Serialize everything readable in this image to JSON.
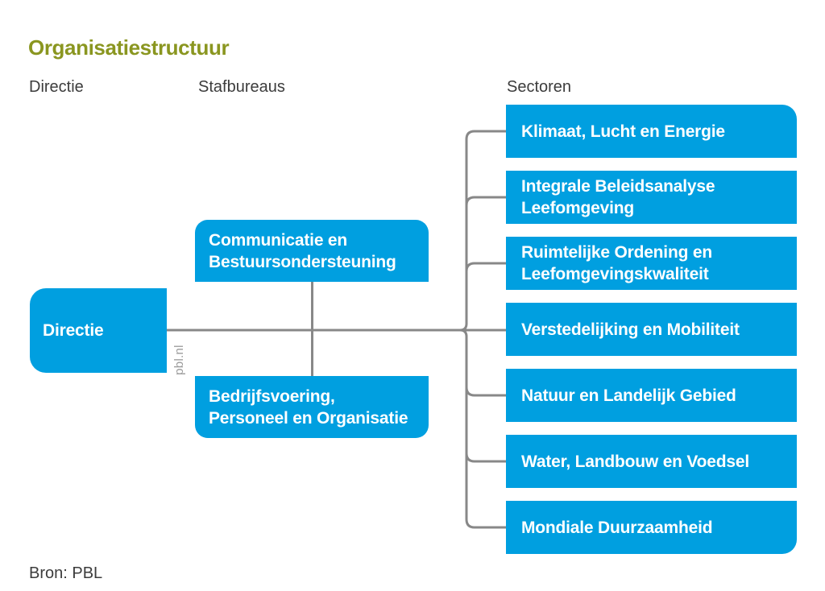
{
  "title": "Organisatiestructuur",
  "columns": {
    "directie": "Directie",
    "stafbureaus": "Stafbureaus",
    "sectoren": "Sectoren"
  },
  "directie": {
    "label": "Directie"
  },
  "stafbureaus": {
    "items": [
      {
        "label": "Communicatie en Bestuursondersteuning",
        "lines": [
          "Communicatie en",
          "Bestuursondersteuning"
        ]
      },
      {
        "label": "Bedrijfsvoering, Personeel en Organisatie",
        "lines": [
          "Bedrijfsvoering,",
          "Personeel en Organisatie"
        ]
      }
    ]
  },
  "sectoren": {
    "items": [
      {
        "label": "Klimaat, Lucht en Energie",
        "lines": [
          "Klimaat, Lucht en Energie"
        ]
      },
      {
        "label": "Integrale Beleidsanalyse Leefomgeving",
        "lines": [
          "Integrale Beleidsanalyse",
          "Leefomgeving"
        ]
      },
      {
        "label": "Ruimtelijke Ordening en Leefomgevingskwaliteit",
        "lines": [
          "Ruimtelijke Ordening en",
          "Leefomgevingskwaliteit"
        ]
      },
      {
        "label": "Verstedelijking en Mobiliteit",
        "lines": [
          "Verstedelijking en Mobiliteit"
        ]
      },
      {
        "label": "Natuur en Landelijk Gebied",
        "lines": [
          "Natuur en Landelijk Gebied"
        ]
      },
      {
        "label": "Water, Landbouw en Voedsel",
        "lines": [
          "Water, Landbouw en Voedsel"
        ]
      },
      {
        "label": "Mondiale Duurzaamheid",
        "lines": [
          "Mondiale Duurzaamheid"
        ]
      }
    ]
  },
  "watermark": "pbl.nl",
  "source": "Bron: PBL",
  "colors": {
    "box_blue": "#009FE0",
    "title_olive": "#8A9620",
    "connector_gray": "#888888",
    "text_dark": "#3C3C3C",
    "watermark_gray": "#9B9B9B"
  }
}
